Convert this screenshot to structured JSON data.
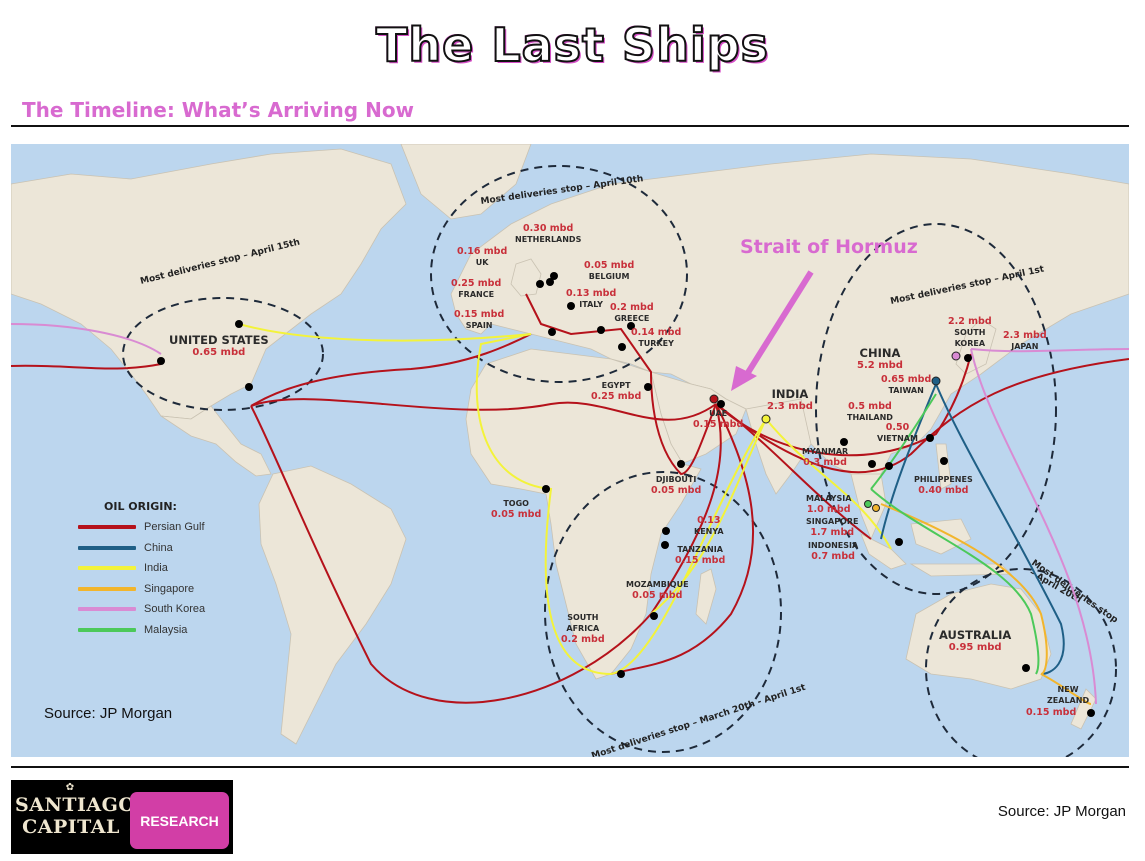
{
  "header": {
    "title": "The Last Ships",
    "subtitle": "The Timeline:  What’s Arriving Now"
  },
  "map": {
    "background_ocean": "#bcd6ee",
    "land_color": "#ece6d8",
    "annotation": "Strait of Hormuz",
    "annotation_color": "#d86ad0",
    "source_inset": "Source: JP Morgan",
    "legend": {
      "title": "OIL ORIGIN:",
      "items": [
        {
          "label": "Persian Gulf",
          "color": "#b5121b"
        },
        {
          "label": "China",
          "color": "#1f5f86"
        },
        {
          "label": "India",
          "color": "#f3f33a"
        },
        {
          "label": "Singapore",
          "color": "#f2b52c"
        },
        {
          "label": "South Korea",
          "color": "#d98bd3"
        },
        {
          "label": "Malaysia",
          "color": "#4cc95a"
        }
      ]
    },
    "zones": [
      {
        "label": "Most deliveries stop – April 15th",
        "region": "North America"
      },
      {
        "label": "Most deliveries stop – April 10th",
        "region": "Europe"
      },
      {
        "label": "Most deliveries stop – April 1st",
        "region": "Asia"
      },
      {
        "label": "Most deliveries stop – March 20th - April 1st",
        "region": "Africa"
      },
      {
        "label": "Most deliveries stop – April 20th",
        "region": "Oceania"
      }
    ],
    "destinations": [
      {
        "country": "UNITED STATES",
        "value": "0.65 mbd"
      },
      {
        "country": "NETHERLANDS",
        "value": "0.30 mbd"
      },
      {
        "country": "UK",
        "value": "0.16 mbd"
      },
      {
        "country": "BELGIUM",
        "value": "0.05 mbd"
      },
      {
        "country": "FRANCE",
        "value": "0.25 mbd"
      },
      {
        "country": "ITALY",
        "value": "0.13 mbd"
      },
      {
        "country": "GREECE",
        "value": "0.2 mbd"
      },
      {
        "country": "SPAIN",
        "value": "0.15 mbd"
      },
      {
        "country": "TURKEY",
        "value": "0.14 mbd"
      },
      {
        "country": "EGYPT",
        "value": "0.25 mbd"
      },
      {
        "country": "UAE",
        "value": "0.15 mbd"
      },
      {
        "country": "INDIA",
        "value": "2.3 mbd"
      },
      {
        "country": "DJIBOUTI",
        "value": "0.05 mbd"
      },
      {
        "country": "TOGO",
        "value": "0.05 mbd"
      },
      {
        "country": "KENYA",
        "value": "0.13"
      },
      {
        "country": "TANZANIA",
        "value": "0.15 mbd"
      },
      {
        "country": "MOZAMBIQUE",
        "value": "0.05 mbd"
      },
      {
        "country": "SOUTH AFRICA",
        "value": "0.2 mbd"
      },
      {
        "country": "CHINA",
        "value": "5.2 mbd"
      },
      {
        "country": "SOUTH KOREA",
        "value": "2.2 mbd"
      },
      {
        "country": "JAPAN",
        "value": "2.3 mbd"
      },
      {
        "country": "TAIWAN",
        "value": "0.65 mbd"
      },
      {
        "country": "THAILAND",
        "value": "0.5 mbd"
      },
      {
        "country": "VIETNAM",
        "value": "0.50"
      },
      {
        "country": "MYANMAR",
        "value": "0.3 mbd"
      },
      {
        "country": "PHILIPPENES",
        "value": "0.40 mbd"
      },
      {
        "country": "MALAYSIA",
        "value": "1.0 mbd"
      },
      {
        "country": "SINGAPORE",
        "value": "1.7 mbd"
      },
      {
        "country": "INDONESIA",
        "value": "0.7 mbd"
      },
      {
        "country": "AUSTRALIA",
        "value": "0.95 mbd"
      },
      {
        "country": "NEW ZEALAND",
        "value": "0.15 mbd"
      }
    ]
  },
  "footer": {
    "logo_line1": "SANTIAGO",
    "logo_line2": "CAPITAL",
    "logo_badge": "RESEARCH",
    "source": "Source: JP Morgan"
  }
}
